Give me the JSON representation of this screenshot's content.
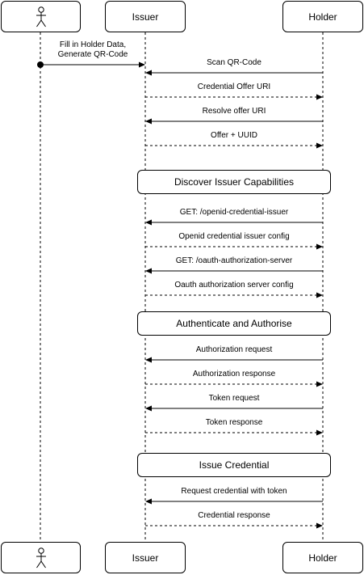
{
  "participants": {
    "user": "",
    "issuer": "Issuer",
    "holder": "Holder"
  },
  "notes": [
    "Discover Issuer Capabilities",
    "Authenticate and Authorise",
    "Issue Credential"
  ],
  "messages": [
    {
      "from": "user",
      "to": "issuer",
      "style": "solid",
      "label": "Fill in Holder Data,\nGenerate QR-Code"
    },
    {
      "from": "holder",
      "to": "issuer",
      "style": "solid",
      "label": "Scan QR-Code"
    },
    {
      "from": "issuer",
      "to": "holder",
      "style": "dashed",
      "label": "Credential Offer URI"
    },
    {
      "from": "holder",
      "to": "issuer",
      "style": "solid",
      "label": "Resolve offer URI"
    },
    {
      "from": "issuer",
      "to": "holder",
      "style": "dashed",
      "label": "Offer + UUID"
    },
    {
      "from": "holder",
      "to": "issuer",
      "style": "solid",
      "label": "GET: /openid-credential-issuer"
    },
    {
      "from": "issuer",
      "to": "holder",
      "style": "dashed",
      "label": "Openid credential issuer config"
    },
    {
      "from": "holder",
      "to": "issuer",
      "style": "solid",
      "label": "GET: /oauth-authorization-server"
    },
    {
      "from": "issuer",
      "to": "holder",
      "style": "dashed",
      "label": "Oauth authorization server config"
    },
    {
      "from": "holder",
      "to": "issuer",
      "style": "solid",
      "label": "Authorization request"
    },
    {
      "from": "issuer",
      "to": "holder",
      "style": "dashed",
      "label": "Authorization response"
    },
    {
      "from": "holder",
      "to": "issuer",
      "style": "solid",
      "label": "Token request"
    },
    {
      "from": "issuer",
      "to": "holder",
      "style": "dashed",
      "label": "Token response"
    },
    {
      "from": "holder",
      "to": "issuer",
      "style": "solid",
      "label": "Request credential with token"
    },
    {
      "from": "issuer",
      "to": "holder",
      "style": "dashed",
      "label": "Credential response"
    }
  ]
}
